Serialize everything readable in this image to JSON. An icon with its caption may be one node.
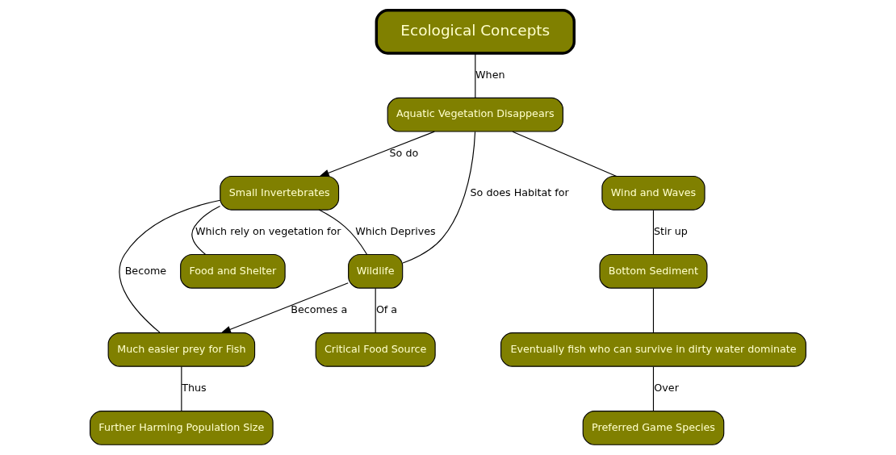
{
  "diagram": {
    "nodes": [
      {
        "text": [
          "Ecological Concepts"
        ]
      },
      {
        "text": [
          "Aquatic Vegetation Disappears"
        ]
      },
      {
        "text": [
          "Small Invertebrates"
        ]
      },
      {
        "text": [
          "Food and Shelter"
        ]
      },
      {
        "text": [
          "Wind and Waves"
        ]
      },
      {
        "text": [
          "Wildlife"
        ]
      },
      {
        "text": [
          "Critical Food Source"
        ]
      },
      {
        "text": [
          "Much easier prey for Fish"
        ]
      },
      {
        "text": [
          "Bottom Sediment"
        ]
      },
      {
        "text": [
          "Eventually fish who can survive in dirty water dominate"
        ]
      },
      {
        "text": [
          "Preferred Game Species"
        ]
      },
      {
        "text": [
          "Further Harming Population Size"
        ]
      }
    ],
    "edges": [
      {
        "from": 0,
        "to": 1,
        "arrow": "none",
        "label": "When"
      },
      {
        "from": 1,
        "to": 2,
        "arrow": "to",
        "label": "So do"
      },
      {
        "from": 2,
        "to": 3,
        "arrow": "none",
        "label": "Which rely on vegetation for"
      },
      {
        "from": 1,
        "to": 4,
        "arrow": "none"
      },
      {
        "from": 4,
        "to": 8,
        "arrow": "none",
        "label": "Stir up"
      },
      {
        "from": 1,
        "to": 5,
        "arrow": "none",
        "label": "So does Habitat for"
      },
      {
        "from": 2,
        "to": 5,
        "arrow": "none",
        "label": "Which Deprives"
      },
      {
        "from": 5,
        "to": 6,
        "arrow": "none",
        "label": "Of a"
      },
      {
        "from": 2,
        "to": 7,
        "arrow": "none",
        "label": "Become"
      },
      {
        "from": 5,
        "to": 7,
        "arrow": "to",
        "label": "Becomes a"
      },
      {
        "from": 7,
        "to": 11,
        "arrow": "none",
        "label": "Thus"
      },
      {
        "from": 8,
        "to": 9,
        "arrow": "none"
      },
      {
        "from": 9,
        "to": 10,
        "arrow": "none",
        "label": "Over"
      }
    ]
  }
}
